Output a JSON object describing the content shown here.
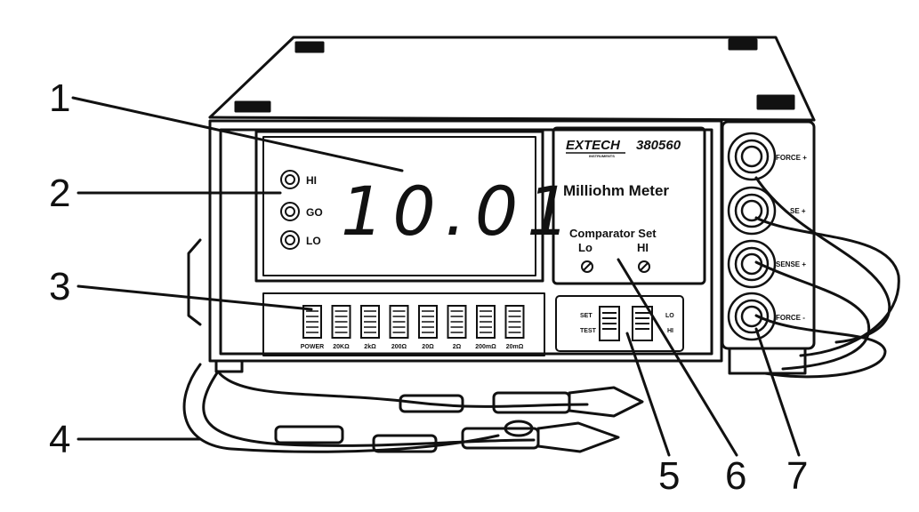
{
  "callouts": [
    "1",
    "2",
    "3",
    "4",
    "5",
    "6",
    "7"
  ],
  "display": {
    "reading": "10.01",
    "leds": [
      "HI",
      "GO",
      "LO"
    ]
  },
  "brand": {
    "logo": "EXTECH",
    "logo_sub": "INSTRUMENTS",
    "model": "380560",
    "product": "Milliohm Meter"
  },
  "comparator": {
    "title": "Comparator Set",
    "lo": "Lo",
    "hi": "HI"
  },
  "range_buttons": [
    "POWER",
    "20KΩ",
    "2kΩ",
    "200Ω",
    "20Ω",
    "2Ω",
    "200mΩ",
    "20mΩ"
  ],
  "mode_switch": {
    "set": "SET",
    "test": "TEST",
    "lo": "LO",
    "hi": "HI"
  },
  "terminals": [
    "FORCE +",
    "SE +",
    "SENSE +",
    "FORCE -"
  ]
}
